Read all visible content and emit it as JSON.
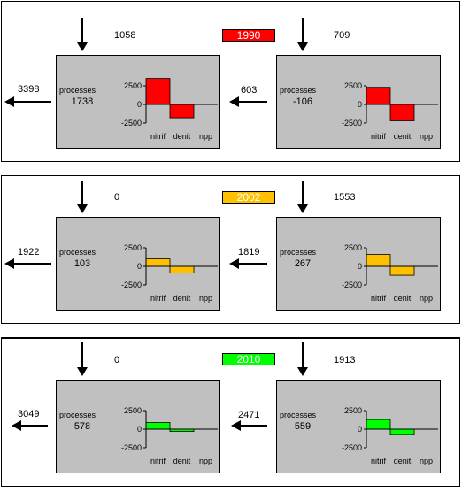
{
  "colors": {
    "1990": "#ff0000",
    "2002": "#ffc000",
    "2010": "#00ff00",
    "box": "#c0c0c0"
  },
  "chart_data": [
    {
      "type": "bar",
      "year": "1990",
      "position": "left",
      "categories": [
        "nitrif",
        "denit",
        "npp"
      ],
      "values": [
        3500,
        -1800,
        0
      ],
      "ylim": [
        -2500,
        2500
      ],
      "yticks": [
        "2500",
        "0",
        "-2500"
      ]
    },
    {
      "type": "bar",
      "year": "1990",
      "position": "right",
      "categories": [
        "nitrif",
        "denit",
        "npp"
      ],
      "values": [
        2300,
        -2200,
        0
      ],
      "ylim": [
        -2500,
        2500
      ],
      "yticks": [
        "2500",
        "0",
        "-2500"
      ]
    },
    {
      "type": "bar",
      "year": "2002",
      "position": "left",
      "categories": [
        "nitrif",
        "denit",
        "npp"
      ],
      "values": [
        1000,
        -900,
        0
      ],
      "ylim": [
        -2500,
        2500
      ],
      "yticks": [
        "2500",
        "0",
        "-2500"
      ]
    },
    {
      "type": "bar",
      "year": "2002",
      "position": "right",
      "categories": [
        "nitrif",
        "denit",
        "npp"
      ],
      "values": [
        1600,
        -1200,
        0
      ],
      "ylim": [
        -2500,
        2500
      ],
      "yticks": [
        "2500",
        "0",
        "-2500"
      ]
    },
    {
      "type": "bar",
      "year": "2010",
      "position": "left",
      "categories": [
        "nitrif",
        "denit",
        "npp"
      ],
      "values": [
        900,
        -300,
        0
      ],
      "ylim": [
        -2500,
        2500
      ],
      "yticks": [
        "2500",
        "0",
        "-2500"
      ]
    },
    {
      "type": "bar",
      "year": "2010",
      "position": "right",
      "categories": [
        "nitrif",
        "denit",
        "npp"
      ],
      "values": [
        1300,
        -700,
        0
      ],
      "ylim": [
        -2500,
        2500
      ],
      "yticks": [
        "2500",
        "0",
        "-2500"
      ]
    }
  ],
  "panels": [
    {
      "year": "1990",
      "inflow_left": "1058",
      "inflow_right": "709",
      "outflow": "3398",
      "transfer": "603",
      "left": {
        "label": "processes",
        "value": "1738"
      },
      "right": {
        "label": "processes",
        "value": "-106"
      }
    },
    {
      "year": "2002",
      "inflow_left": "0",
      "inflow_right": "1553",
      "outflow": "1922",
      "transfer": "1819",
      "left": {
        "label": "processes",
        "value": "103"
      },
      "right": {
        "label": "processes",
        "value": "267"
      }
    },
    {
      "year": "2010",
      "inflow_left": "0",
      "inflow_right": "1913",
      "outflow": "3049",
      "transfer": "2471",
      "left": {
        "label": "processes",
        "value": "578"
      },
      "right": {
        "label": "processes",
        "value": "559"
      }
    }
  ]
}
